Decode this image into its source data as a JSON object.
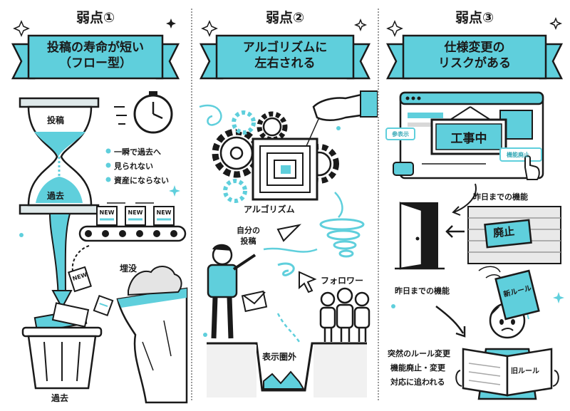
{
  "colors": {
    "accent": "#5fcfdc",
    "ink": "#1a1a1a",
    "paper": "#ffffff",
    "gray": "#a8a8a8"
  },
  "panels": [
    {
      "heading": "弱点①",
      "ribbon_lines": [
        "投稿の寿命が短い",
        "（フロー型）"
      ],
      "hourglass_top": "投稿",
      "hourglass_bottom": "過去",
      "bullets": [
        "一瞬で過去へ",
        "見られない",
        "資産にならない"
      ],
      "new_tags": [
        "NEW",
        "NEW",
        "NEW",
        "NEW"
      ],
      "buried": "埋没",
      "trash": "過去"
    },
    {
      "heading": "弱点②",
      "ribbon_lines": [
        "アルゴリズムに",
        "左右される"
      ],
      "algorithm": "アルゴリズム",
      "own_post": [
        "自分の",
        "投稿"
      ],
      "follower": "フォロワー",
      "out_of_range": "表示圏外"
    },
    {
      "heading": "弱点③",
      "ribbon_lines": [
        "仕様変更の",
        "リスクがある"
      ],
      "sign": "工事中",
      "chip_left": "参表示",
      "chip_right": "機能廃止",
      "old_feature_top": "昨日までの機能",
      "abolished": "廃止",
      "old_feature_door": "昨日までの機能",
      "new_rule_book": "新ルール",
      "old_rule_book": "旧ルール",
      "stress_lines": [
        "突然のルール変更",
        "機能廃止・変更",
        "対応に追われる"
      ]
    }
  ]
}
